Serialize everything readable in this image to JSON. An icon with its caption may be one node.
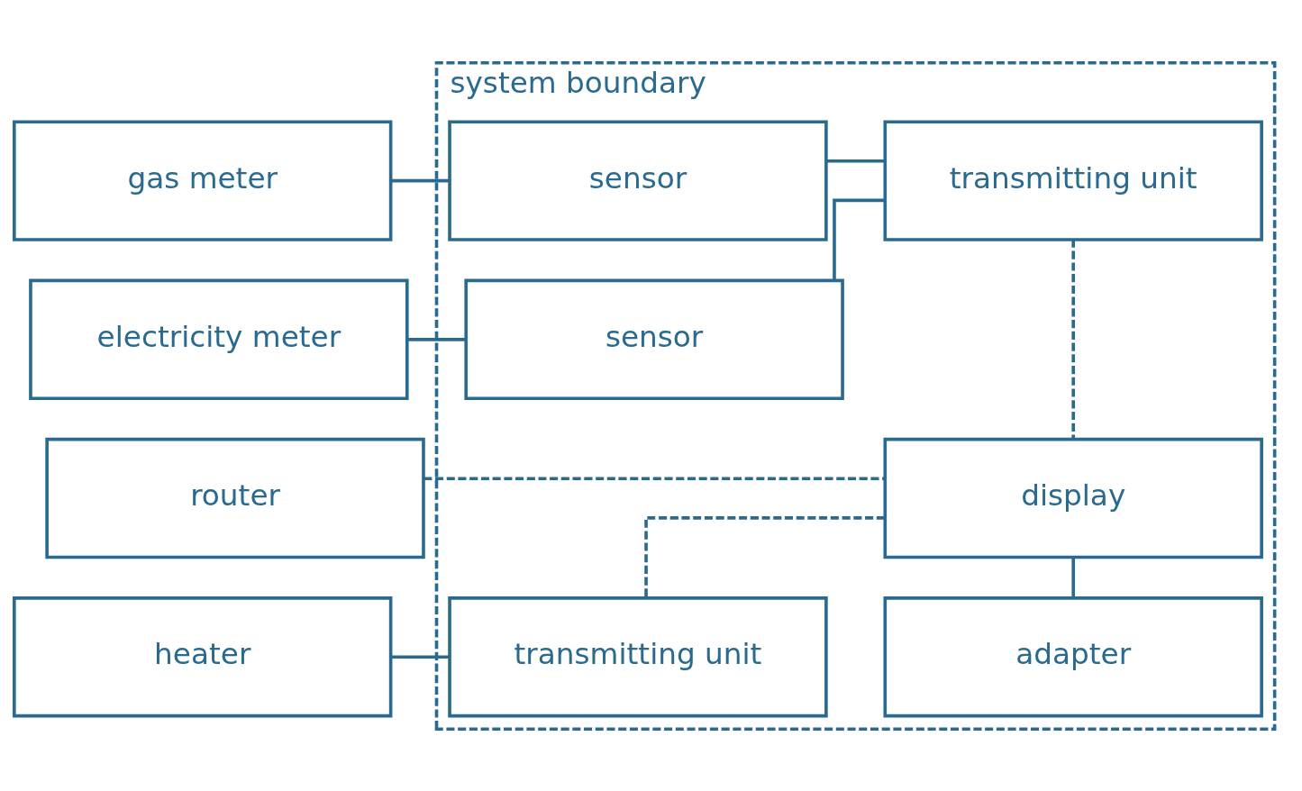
{
  "diagram": {
    "nodes": [
      {
        "text": [
          "system boundary"
        ]
      },
      {
        "text": [
          "gas meter"
        ]
      },
      {
        "text": [
          "sensor"
        ],
        "in": 0
      },
      {
        "text": [
          "transmitting unit"
        ],
        "in": 0
      },
      {
        "text": [
          "electricity meter"
        ]
      },
      {
        "text": [
          "sensor"
        ],
        "in": 0
      },
      {
        "text": [
          "router"
        ]
      },
      {
        "text": [
          "display"
        ],
        "in": 0
      },
      {
        "text": [
          "heater"
        ]
      },
      {
        "text": [
          "transmitting unit"
        ],
        "in": 0
      },
      {
        "text": [
          "adapter"
        ],
        "in": 0
      }
    ],
    "edges": [
      {
        "from": 1,
        "to": 2,
        "arrow": "none"
      },
      {
        "from": 2,
        "to": 3,
        "arrow": "none"
      },
      {
        "from": 4,
        "to": 5,
        "arrow": "none"
      },
      {
        "from": 3,
        "to": 5,
        "arrow": "none"
      },
      {
        "from": 3,
        "to": 7,
        "arrow": "none",
        "style": "dashed"
      },
      {
        "from": 6,
        "to": 7,
        "arrow": "none",
        "style": "dashed"
      },
      {
        "from": 7,
        "to": 9,
        "arrow": "none",
        "style": "dashed"
      },
      {
        "from": 7,
        "to": 10,
        "arrow": "none"
      },
      {
        "from": 8,
        "to": 9,
        "arrow": "none"
      }
    ]
  }
}
